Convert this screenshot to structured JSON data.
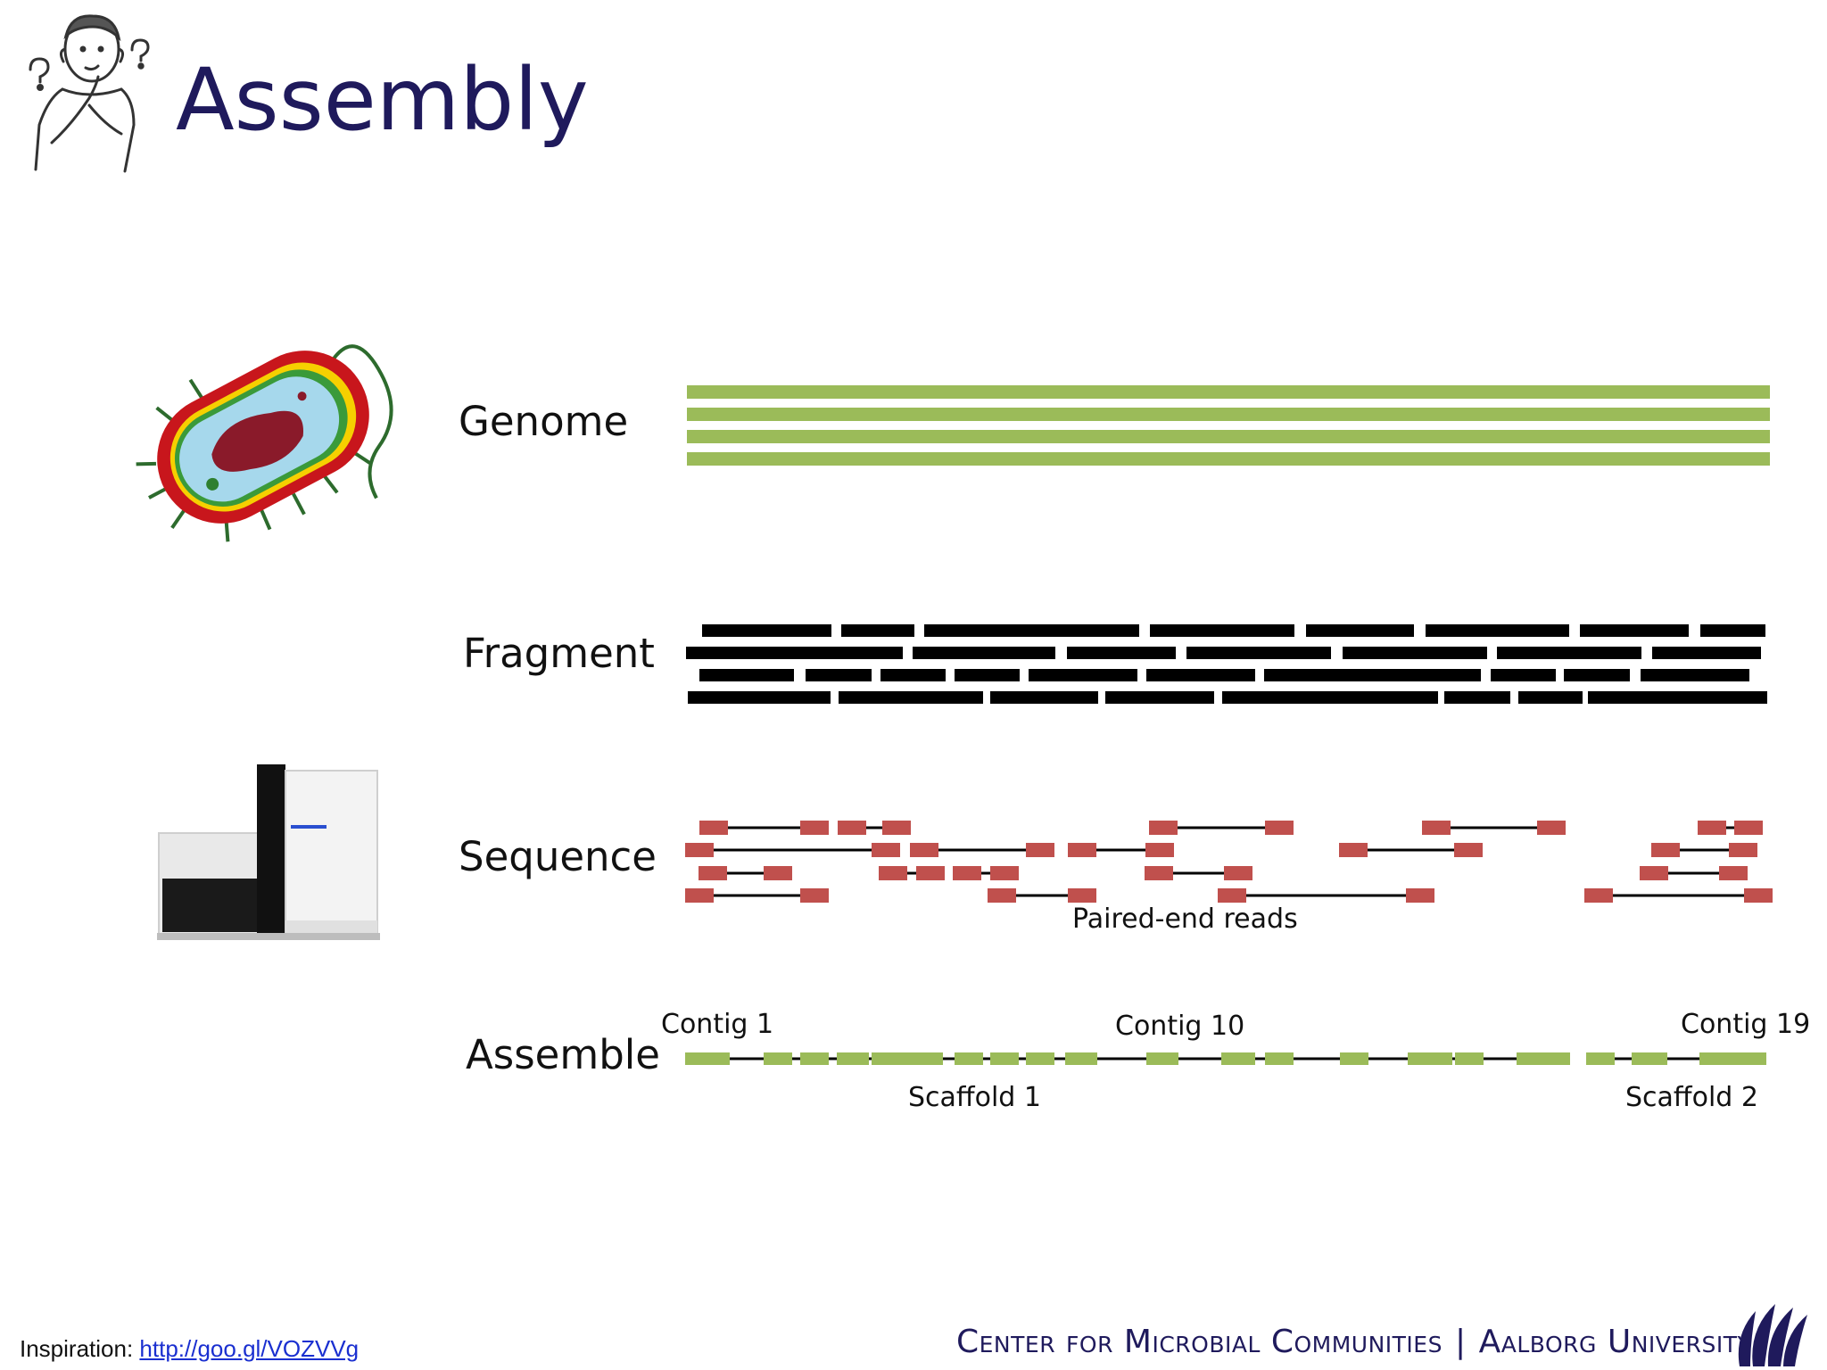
{
  "slide": {
    "title": "Assembly"
  },
  "rows": {
    "genome": "Genome",
    "fragment": "Fragment",
    "sequence": "Sequence",
    "assemble": "Assemble"
  },
  "annotations": {
    "paired_end": "Paired-end reads",
    "contig_1": "Contig 1",
    "contig_10": "Contig 10",
    "contig_19": "Contig 19",
    "scaffold_1": "Scaffold 1",
    "scaffold_2": "Scaffold 2"
  },
  "footer": {
    "inspiration_label": "Inspiration:",
    "inspiration_link": "http://goo.gl/VOZVVg",
    "org_left": "Center for Microbial Communities",
    "separator": "|",
    "org_right": "Aalborg University"
  },
  "colors": {
    "title": "#1f1a5c",
    "genome_green": "#9bbb59",
    "fragment_black": "#000000",
    "read_red": "#c0504d",
    "link": "#1a2fd0"
  }
}
